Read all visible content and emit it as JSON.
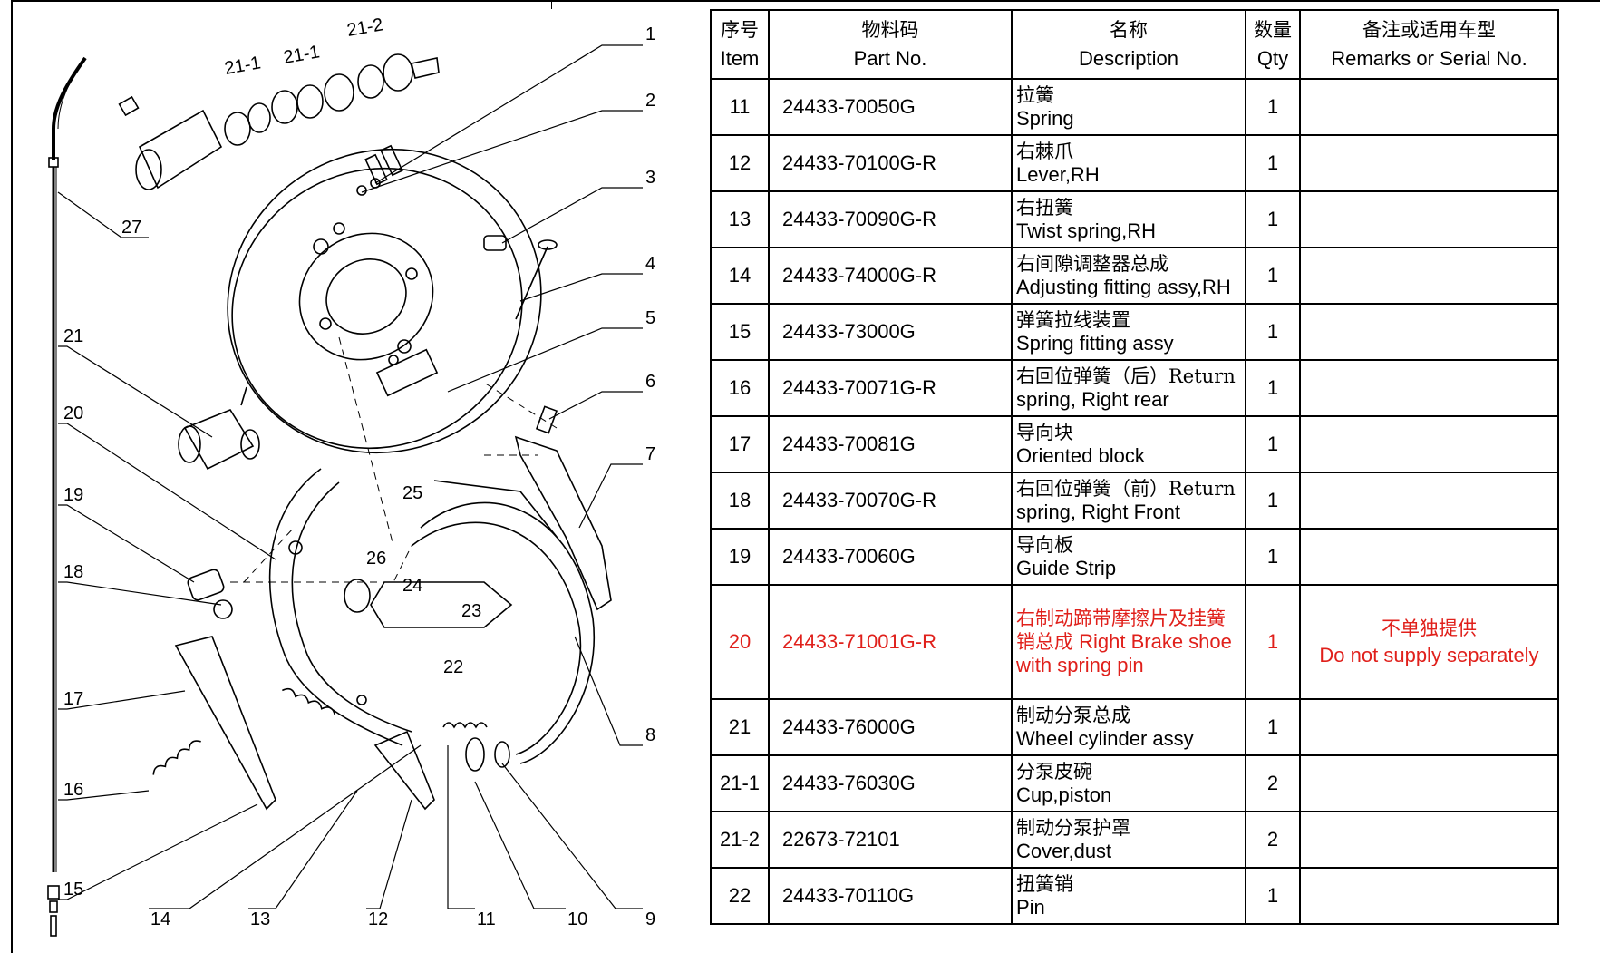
{
  "table": {
    "headers": [
      {
        "zh": "序号",
        "en": "Item"
      },
      {
        "zh": "物料码",
        "en": "Part No."
      },
      {
        "zh": "名称",
        "en": "Description"
      },
      {
        "zh": "数量",
        "en": "Qty"
      },
      {
        "zh": "备注或适用车型",
        "en": "Remarks or Serial No."
      }
    ],
    "rows": [
      {
        "item": "11",
        "part_no": "24433-70050G",
        "desc_zh": "拉簧",
        "desc_en": "Spring",
        "qty": "1",
        "remark_zh": "",
        "remark_en": ""
      },
      {
        "item": "12",
        "part_no": "24433-70100G-R",
        "desc_zh": "右棘爪",
        "desc_en": "Lever,RH",
        "qty": "1",
        "remark_zh": "",
        "remark_en": ""
      },
      {
        "item": "13",
        "part_no": "24433-70090G-R",
        "desc_zh": "右扭簧",
        "desc_en": "Twist spring,RH",
        "qty": "1",
        "remark_zh": "",
        "remark_en": ""
      },
      {
        "item": "14",
        "part_no": "24433-74000G-R",
        "desc_zh": "右间隙调整器总成",
        "desc_en": "Adjusting fitting assy,RH",
        "qty": "1",
        "remark_zh": "",
        "remark_en": ""
      },
      {
        "item": "15",
        "part_no": "24433-73000G",
        "desc_zh": "弹簧拉线装置",
        "desc_en": "Spring fitting assy",
        "qty": "1",
        "remark_zh": "",
        "remark_en": ""
      },
      {
        "item": "16",
        "part_no": "24433-70071G-R",
        "desc_zh": "右回位弹簧（后）Return",
        "desc_en": "spring, Right rear",
        "qty": "1",
        "remark_zh": "",
        "remark_en": ""
      },
      {
        "item": "17",
        "part_no": "24433-70081G",
        "desc_zh": "导向块",
        "desc_en": "Oriented block",
        "qty": "1",
        "remark_zh": "",
        "remark_en": ""
      },
      {
        "item": "18",
        "part_no": "24433-70070G-R",
        "desc_zh": "右回位弹簧（前）Return",
        "desc_en": "spring, Right Front",
        "qty": "1",
        "remark_zh": "",
        "remark_en": ""
      },
      {
        "item": "19",
        "part_no": "24433-70060G",
        "desc_zh": "导向板",
        "desc_en": "Guide Strip",
        "qty": "1",
        "remark_zh": "",
        "remark_en": ""
      },
      {
        "item": "20",
        "part_no": "24433-71001G-R",
        "desc_zh": "右制动蹄带摩擦片及挂簧销总成",
        "desc_en": "Right Brake shoe with spring pin",
        "qty": "1",
        "remark_zh": "不单独提供",
        "remark_en": "Do not supply separately",
        "highlight": true
      },
      {
        "item": "21",
        "part_no": "24433-76000G",
        "desc_zh": "制动分泵总成",
        "desc_en": "Wheel cylinder assy",
        "qty": "1",
        "remark_zh": "",
        "remark_en": ""
      },
      {
        "item": "21-1",
        "part_no": "24433-76030G",
        "desc_zh": "分泵皮碗",
        "desc_en": "Cup,piston",
        "qty": "2",
        "remark_zh": "",
        "remark_en": ""
      },
      {
        "item": "21-2",
        "part_no": "22673-72101",
        "desc_zh": "制动分泵护罩",
        "desc_en": "Cover,dust",
        "qty": "2",
        "remark_zh": "",
        "remark_en": ""
      },
      {
        "item": "22",
        "part_no": "24433-70110G",
        "desc_zh": "扭簧销",
        "desc_en": "Pin",
        "qty": "1",
        "remark_zh": "",
        "remark_en": ""
      }
    ]
  },
  "diagram": {
    "callouts": [
      "1",
      "2",
      "3",
      "4",
      "5",
      "6",
      "7",
      "8",
      "9",
      "10",
      "11",
      "12",
      "13",
      "14",
      "15",
      "16",
      "17",
      "18",
      "19",
      "20",
      "21",
      "21-1",
      "21-1",
      "21-2",
      "22",
      "23",
      "24",
      "25",
      "26",
      "27"
    ]
  },
  "colors": {
    "highlight": "#e0201b",
    "line": "#000000"
  }
}
